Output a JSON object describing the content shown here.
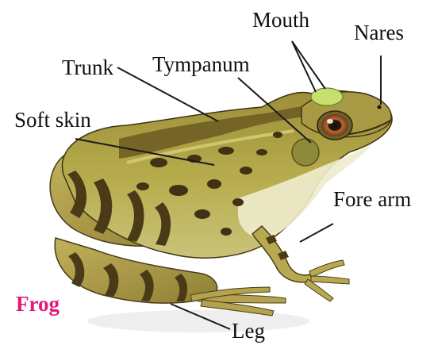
{
  "labels": {
    "mouth": "Mouth",
    "nares": "Nares",
    "trunk": "Trunk",
    "tympanum": "Tympanum",
    "soft_skin": "Soft skin",
    "fore_arm": "Fore arm",
    "leg": "Leg"
  },
  "caption": "Frog",
  "colors": {
    "caption": "#e0197a",
    "label_text": "#111111",
    "leader_line": "#1a1a1a",
    "skin_light": "#b7ad4c",
    "skin_dark": "#5a4a1e",
    "spots": "#4a3a17",
    "belly": "#f2f0d6",
    "eye_iris": "#c0743a"
  }
}
